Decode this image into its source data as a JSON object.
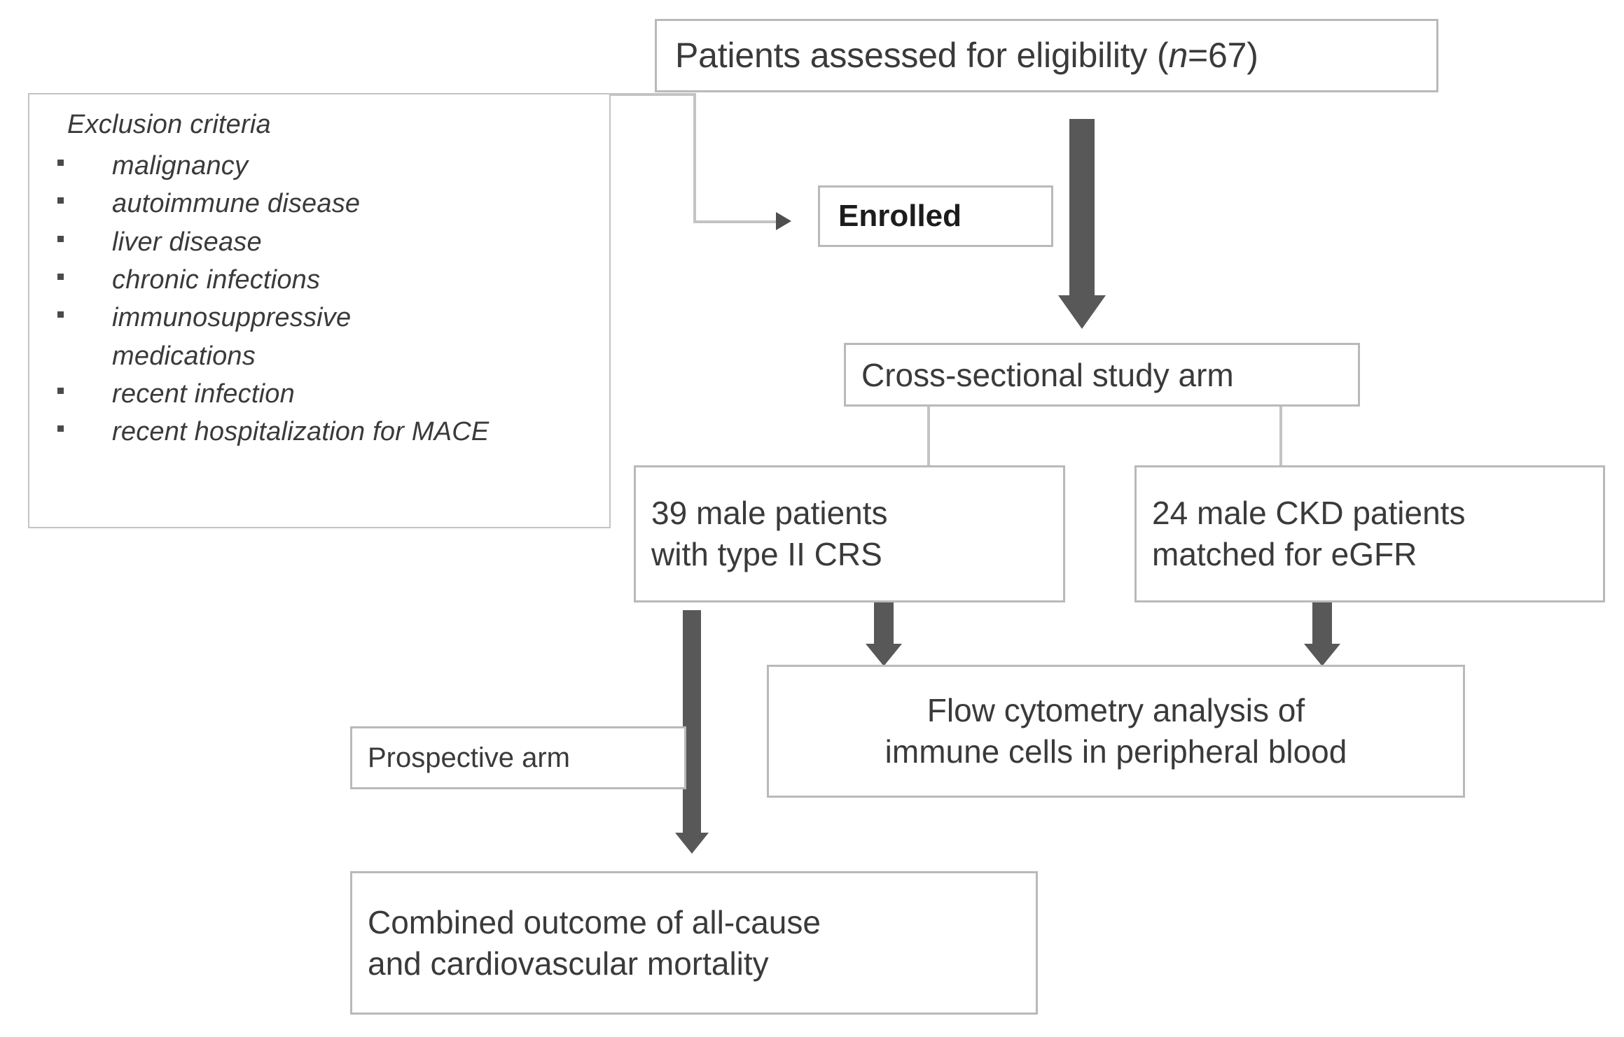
{
  "diagram": {
    "title": "Study enrollment and design flow diagram",
    "colors": {
      "box_border": "#b9b9b9",
      "text": "#3a3a3a",
      "thick_arrow": "#585858",
      "thin_line": "#c3c3c3",
      "background": "#ffffff"
    }
  },
  "nodes": {
    "eligibility": {
      "label_prefix": "Patients assessed for eligibility (",
      "label_n": "n",
      "label_suffix": "=67)",
      "full_text": "Patients assessed for eligibility (n=67)"
    },
    "enrolled": {
      "label": "Enrolled"
    },
    "cross_sectional": {
      "label": "Cross-sectional study arm"
    },
    "crs_group": {
      "label": "39 male patients\nwith type II CRS"
    },
    "ckd_group": {
      "label": "24 male CKD patients\nmatched for eGFR"
    },
    "flow_cytometry": {
      "label": "Flow cytometry analysis of\nimmune cells in peripheral blood"
    },
    "prospective": {
      "label": "Prospective arm"
    },
    "combined_outcome": {
      "label": "Combined outcome of all-cause\nand cardiovascular mortality"
    }
  },
  "exclusion": {
    "title": "Exclusion criteria",
    "items": [
      {
        "line1": "malignancy",
        "line2": ""
      },
      {
        "line1": "autoimmune disease",
        "line2": ""
      },
      {
        "line1": "liver disease",
        "line2": ""
      },
      {
        "line1": "chronic infections",
        "line2": ""
      },
      {
        "line1": " immunosuppressive",
        "line2": "medications"
      },
      {
        "line1": "recent infection",
        "line2": ""
      },
      {
        "line1": "recent hospitalization for MACE",
        "line2": ""
      }
    ]
  },
  "connectors": {
    "eligibility_to_enrolled": "elbow-arrow-thin",
    "eligibility_to_cross_sectional": "thick-down-arrow",
    "cross_sectional_to_crs": "thin-branch-line",
    "cross_sectional_to_ckd": "thin-branch-line",
    "crs_to_flow": "thick-down-arrow",
    "ckd_to_flow": "thick-down-arrow",
    "crs_to_combined": "long-thick-down-arrow"
  }
}
